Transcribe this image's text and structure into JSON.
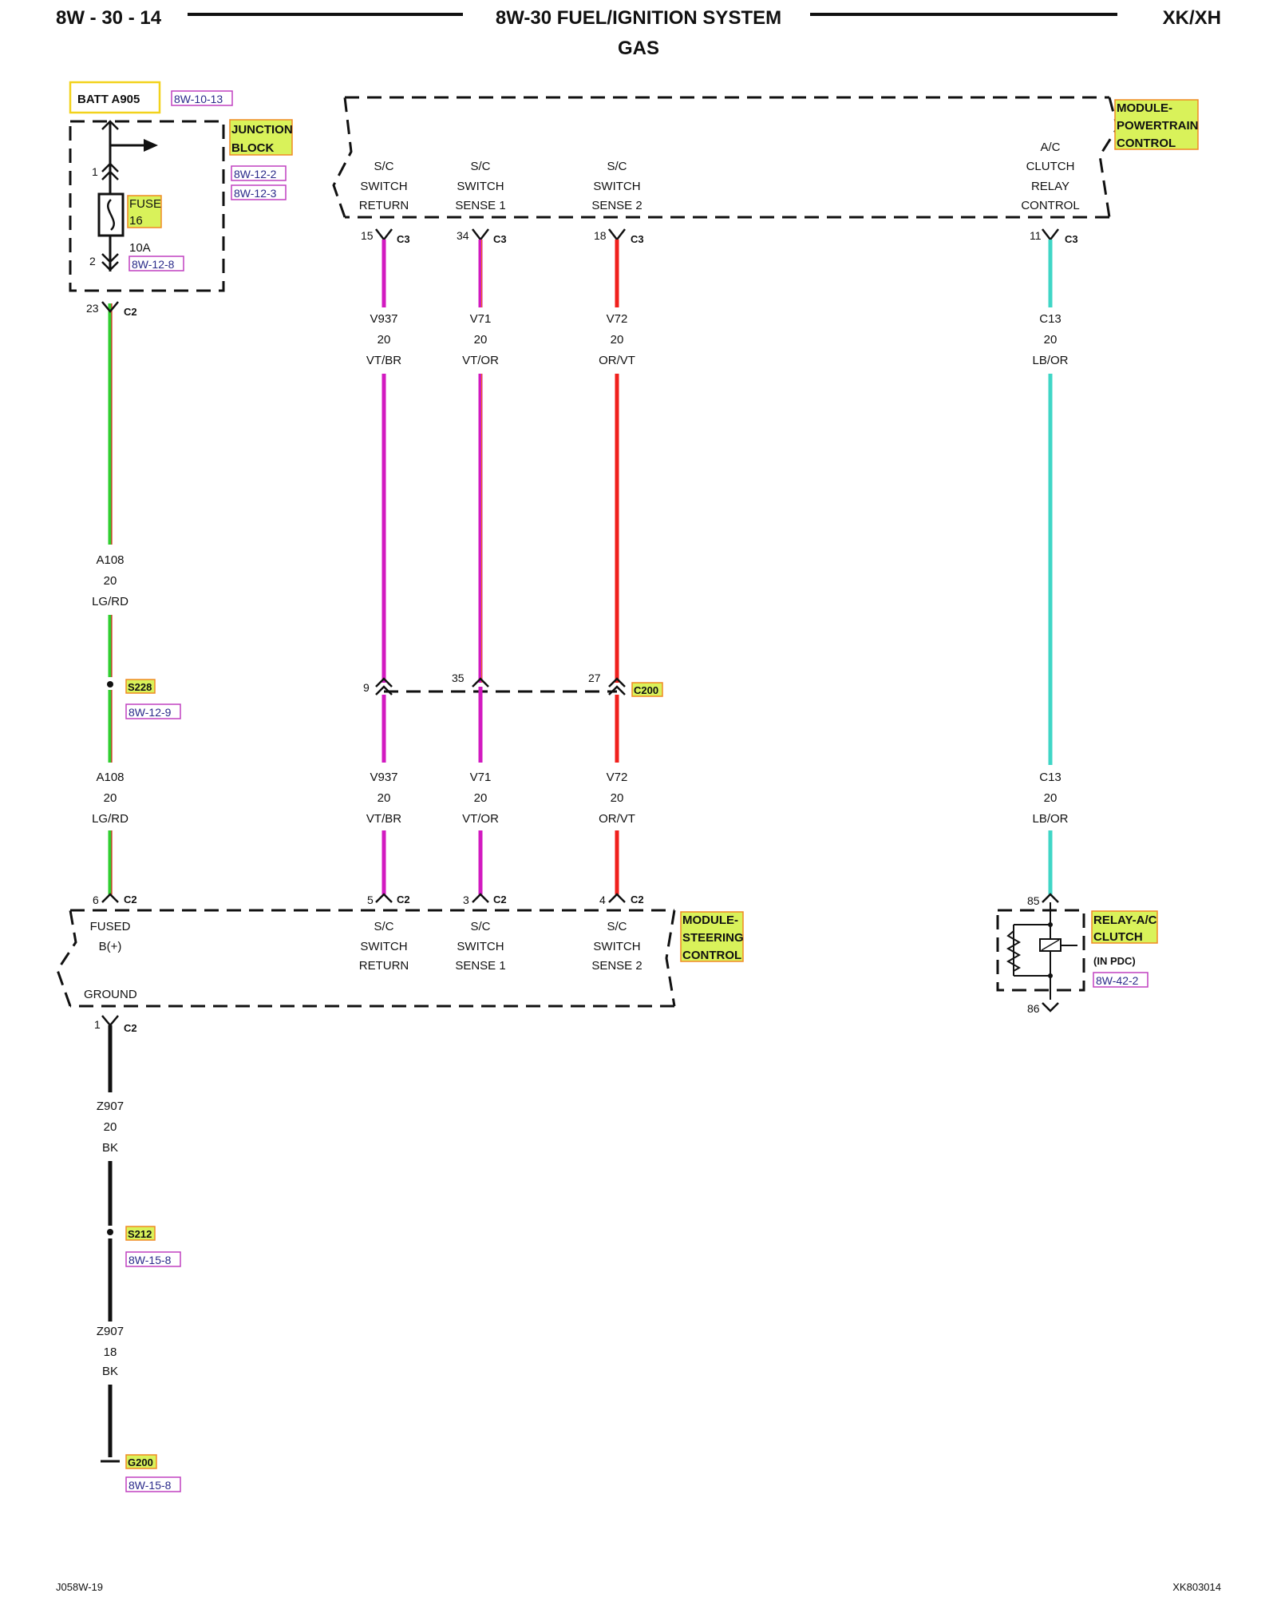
{
  "header": {
    "page_id": "8W - 30 - 14",
    "title": "8W-30 FUEL/IGNITION SYSTEM",
    "subtitle": "GAS",
    "model": "XK/XH"
  },
  "footer": {
    "left": "J058W-19",
    "right": "XK803014"
  },
  "battery": {
    "label": "BATT A905",
    "ref": "8W-10-13"
  },
  "junction_block": {
    "label_line1": "JUNCTION",
    "label_line2": "BLOCK",
    "refs": [
      "8W-12-2",
      "8W-12-3"
    ],
    "fuse_label": "FUSE",
    "fuse_number": "16",
    "fuse_rating": "10A",
    "fuse_ref": "8W-12-8",
    "pin_top": "1",
    "pin_bottom": "2"
  },
  "pcm": {
    "label_line1": "MODULE-",
    "label_line2": "POWERTRAIN",
    "label_line3": "CONTROL",
    "pins": [
      {
        "line1": "S/C",
        "line2": "SWITCH",
        "line3": "RETURN",
        "pin": "15",
        "connector": "C3"
      },
      {
        "line1": "S/C",
        "line2": "SWITCH",
        "line3": "SENSE 1",
        "pin": "34",
        "connector": "C3"
      },
      {
        "line1": "S/C",
        "line2": "SWITCH",
        "line3": "SENSE 2",
        "pin": "18",
        "connector": "C3"
      },
      {
        "line0": "A/C",
        "line1": "CLUTCH",
        "line2": "RELAY",
        "line3": "CONTROL",
        "pin": "11",
        "connector": "C3"
      }
    ]
  },
  "wires": {
    "a108_upper": {
      "circuit": "A108",
      "gauge": "20",
      "color": "LG/RD",
      "pin": "23",
      "connector": "C2"
    },
    "a108_lower": {
      "circuit": "A108",
      "gauge": "20",
      "color": "LG/RD"
    },
    "v937_upper": {
      "circuit": "V937",
      "gauge": "20",
      "color": "VT/BR"
    },
    "v71_upper": {
      "circuit": "V71",
      "gauge": "20",
      "color": "VT/OR"
    },
    "v72_upper": {
      "circuit": "V72",
      "gauge": "20",
      "color": "OR/VT"
    },
    "c13_upper": {
      "circuit": "C13",
      "gauge": "20",
      "color": "LB/OR"
    },
    "v937_lower": {
      "circuit": "V937",
      "gauge": "20",
      "color": "VT/BR"
    },
    "v71_lower": {
      "circuit": "V71",
      "gauge": "20",
      "color": "VT/OR"
    },
    "v72_lower": {
      "circuit": "V72",
      "gauge": "20",
      "color": "OR/VT"
    },
    "c13_lower": {
      "circuit": "C13",
      "gauge": "20",
      "color": "LB/OR"
    },
    "z907_upper": {
      "circuit": "Z907",
      "gauge": "20",
      "color": "BK"
    },
    "z907_lower": {
      "circuit": "Z907",
      "gauge": "18",
      "color": "BK"
    }
  },
  "splices": {
    "s228": {
      "label": "S228",
      "ref": "8W-12-9"
    },
    "s212": {
      "label": "S212",
      "ref": "8W-15-8"
    }
  },
  "ground": {
    "label": "G200",
    "ref": "8W-15-8"
  },
  "c200": {
    "label": "C200",
    "pins": [
      "9",
      "35",
      "27"
    ]
  },
  "scm": {
    "label_line1": "MODULE-",
    "label_line2": "STEERING",
    "label_line3": "CONTROL",
    "fused_line1": "FUSED",
    "fused_line2": "B(+)",
    "ground_label": "GROUND",
    "pin_fused": "6",
    "pin_ground": "1",
    "connector": "C2",
    "pins": [
      {
        "line1": "S/C",
        "line2": "SWITCH",
        "line3": "RETURN",
        "pin": "5",
        "connector": "C2"
      },
      {
        "line1": "S/C",
        "line2": "SWITCH",
        "line3": "SENSE 1",
        "pin": "3",
        "connector": "C2"
      },
      {
        "line1": "S/C",
        "line2": "SWITCH",
        "line3": "SENSE 2",
        "pin": "4",
        "connector": "C2"
      }
    ]
  },
  "relay": {
    "label_line1": "RELAY-A/C",
    "label_line2": "CLUTCH",
    "label_line3": "(IN PDC)",
    "ref": "8W-42-2",
    "pin_top": "85",
    "pin_bottom": "86"
  },
  "colors": {
    "green_wire": "#2fcf2f",
    "red_stripe": "#e0201c",
    "magenta_wire": "#d21ac0",
    "red_wire": "#f0201c",
    "cyan_wire": "#3fd6c6",
    "black_wire": "#111111",
    "highlight": "#d9f25a"
  }
}
